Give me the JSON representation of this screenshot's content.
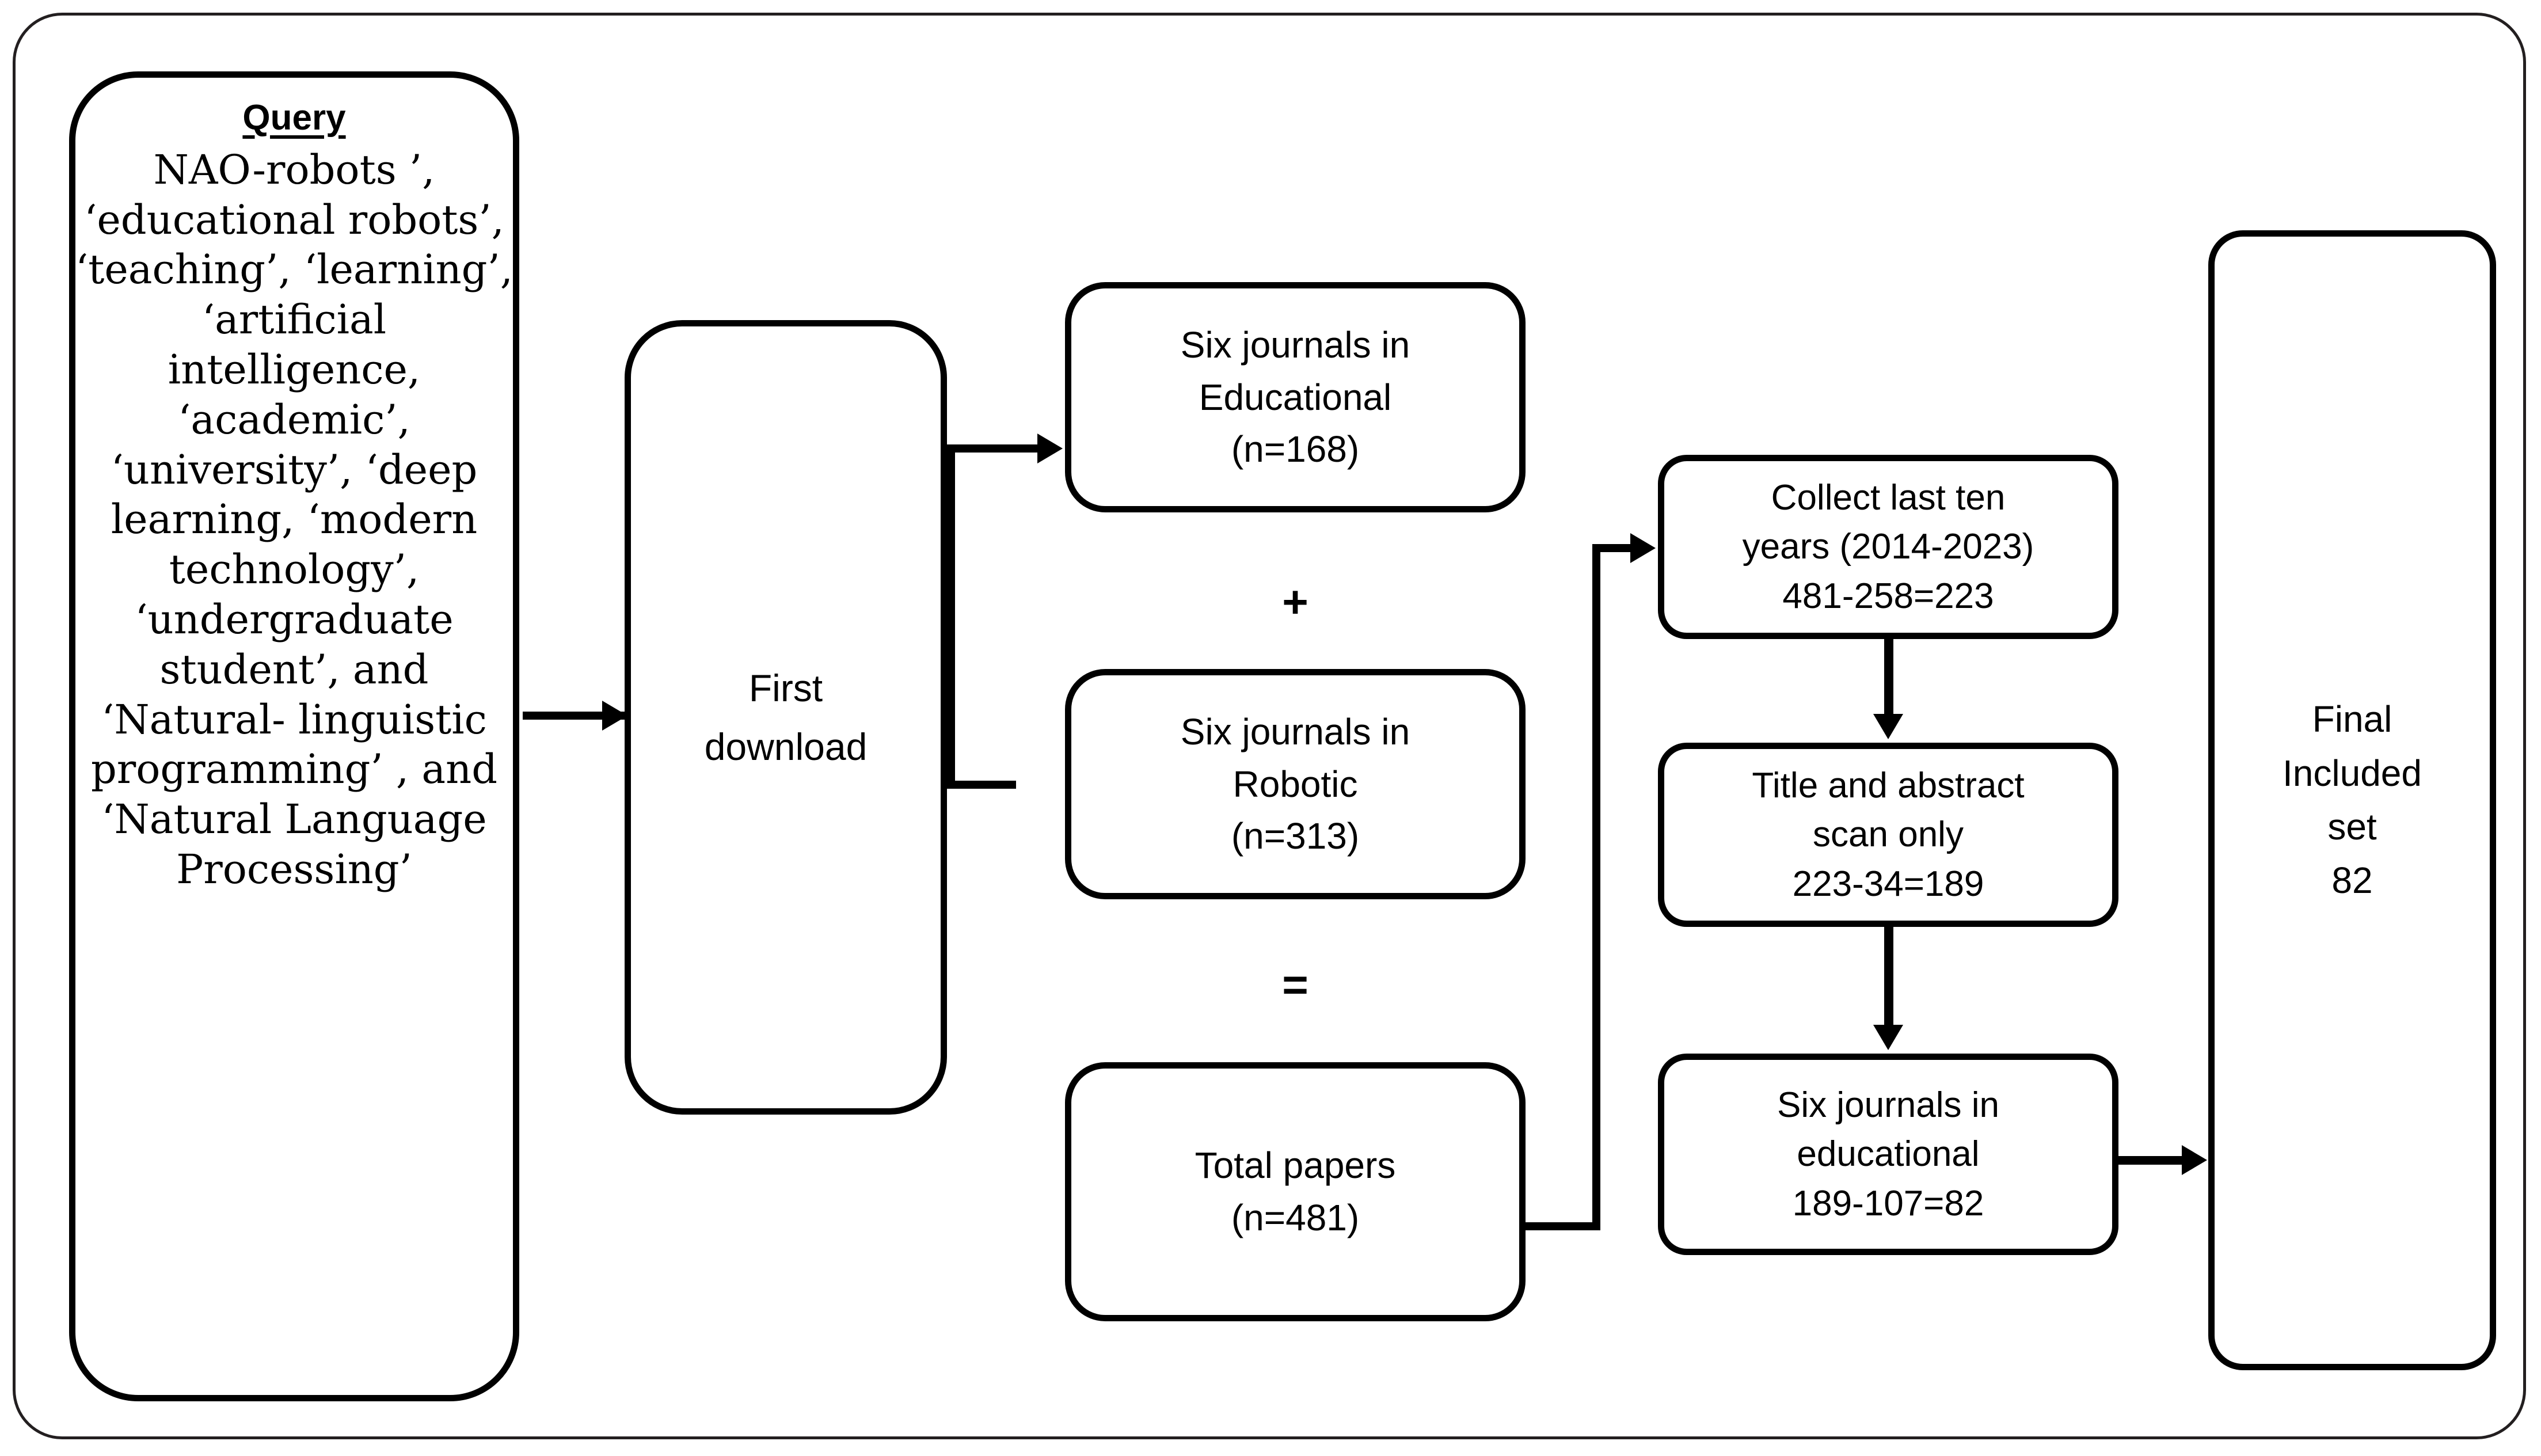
{
  "figure": {
    "kind": "prisma-style-literature-selection-flowchart",
    "nodes": {
      "query": {
        "title": "Query",
        "body": "NAO-robots ’,\n‘educational\nrobots’,\n‘teaching’,\n‘learning’,\n‘artificial\nintelligence,\n‘academic’,\n‘university’,\n‘deep learning,\n‘modern\ntechnology’,\n‘undergraduate\nstudent’, and\n‘Natural-\nlinguistic\nprogramming’\n, and\n‘Natural\nLanguage\nProcessing’"
      },
      "first_download": {
        "line1": "First",
        "line2": "download"
      },
      "six_journals_educational": {
        "line1": "Six journals in",
        "line2": "Educational",
        "line3": "(n=168)"
      },
      "six_journals_robotic": {
        "line1": "Six journals in",
        "line2": "Robotic",
        "line3": "(n=313)"
      },
      "total_papers": {
        "line1": "Total papers",
        "line2": "(n=481)"
      },
      "collect_last_ten_years": {
        "line1": "Collect last ten",
        "line2": "years (2014-2023)",
        "line3": "481-258=223"
      },
      "title_abstract_scan": {
        "line1": "Title and abstract",
        "line2": "scan only",
        "line3": "223-34=189"
      },
      "six_journals_educational_final": {
        "line1": "Six journals in",
        "line2": "educational",
        "line3": "189-107=82"
      },
      "final_included_set": {
        "line1": "Final",
        "line2": "Included",
        "line3": "set",
        "line4": "82"
      }
    },
    "operators": {
      "plus": "+",
      "equals": "="
    },
    "colors": {
      "stroke": "#000000",
      "frame_stroke": "#231f20",
      "background": "#ffffff"
    }
  }
}
